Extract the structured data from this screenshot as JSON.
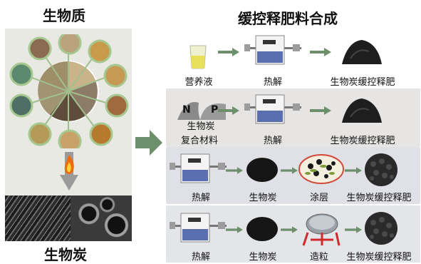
{
  "left": {
    "title_top": "生物质",
    "title_bottom": "生物炭"
  },
  "right": {
    "title": "缓控释肥料合成",
    "rows": [
      {
        "labels": [
          "营养液",
          "热解",
          "生物炭缓控释肥"
        ]
      },
      {
        "labels": [
          "生物炭",
          "复合材料",
          "热解",
          "生物炭缓控释肥"
        ],
        "np_letters": [
          "N",
          "P"
        ]
      },
      {
        "labels": [
          "热解",
          "生物炭",
          "涂层",
          "生物炭缓控释肥"
        ]
      },
      {
        "labels": [
          "热解",
          "生物炭",
          "造粒",
          "生物炭缓控释肥"
        ]
      }
    ]
  },
  "colors": {
    "left_panel_bg": "#e9e9e3",
    "row2_bg": "#e6e5e3",
    "row3_bg": "#dfe1e6",
    "row4_bg": "#e4e5e8",
    "arrow_green": "#6e8f6c",
    "flame_orange": "#f06a10"
  }
}
